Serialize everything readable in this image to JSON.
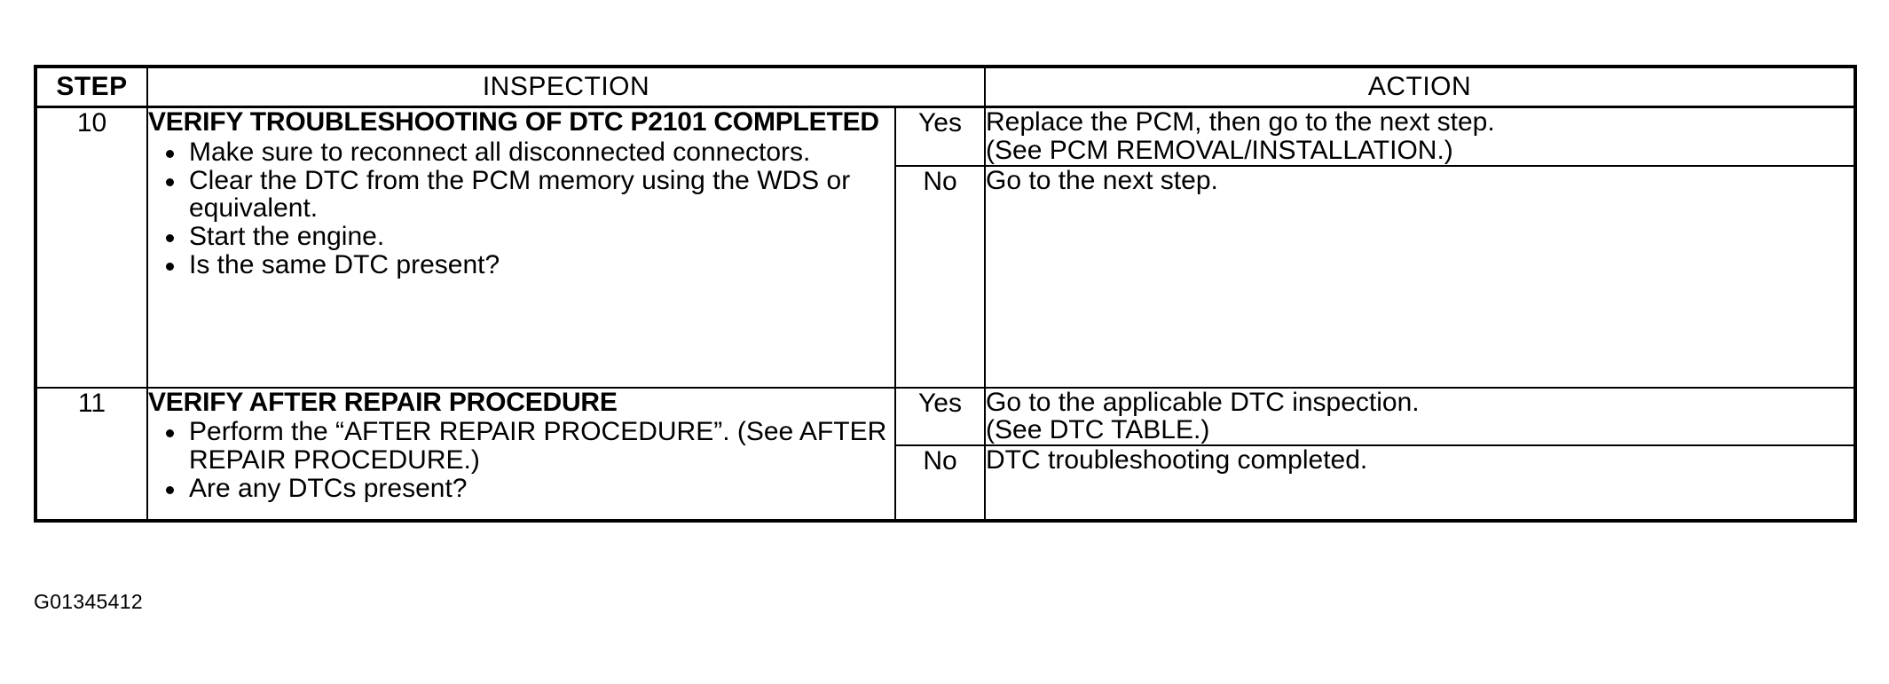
{
  "table": {
    "headers": {
      "step": "STEP",
      "inspection": "INSPECTION",
      "action": "ACTION"
    },
    "rows": [
      {
        "step": "10",
        "inspection": {
          "title": "VERIFY TROUBLESHOOTING OF DTC P2101 COMPLETED",
          "bullets": [
            "Make sure to reconnect all disconnected connectors.",
            "Clear the DTC from the PCM memory using the WDS or equivalent.",
            "Start the engine.",
            "Is the same DTC present?"
          ]
        },
        "outcomes": [
          {
            "label": "Yes",
            "lines": [
              "Replace the PCM, then go to the next step.",
              "(See PCM REMOVAL/INSTALLATION.)"
            ]
          },
          {
            "label": "No",
            "lines": [
              "Go to the next step."
            ]
          }
        ]
      },
      {
        "step": "11",
        "inspection": {
          "title": "VERIFY AFTER REPAIR PROCEDURE",
          "bullets": [
            "Perform the “AFTER REPAIR PROCEDURE”. (See AFTER REPAIR PROCEDURE.)",
            "Are any DTCs present?"
          ]
        },
        "outcomes": [
          {
            "label": "Yes",
            "lines": [
              "Go to the applicable DTC inspection.",
              "(See DTC TABLE.)"
            ]
          },
          {
            "label": "No",
            "lines": [
              "DTC troubleshooting completed."
            ]
          }
        ]
      }
    ]
  },
  "figure_id": "G01345412",
  "colors": {
    "ink": "#000000",
    "page": "#ffffff"
  }
}
